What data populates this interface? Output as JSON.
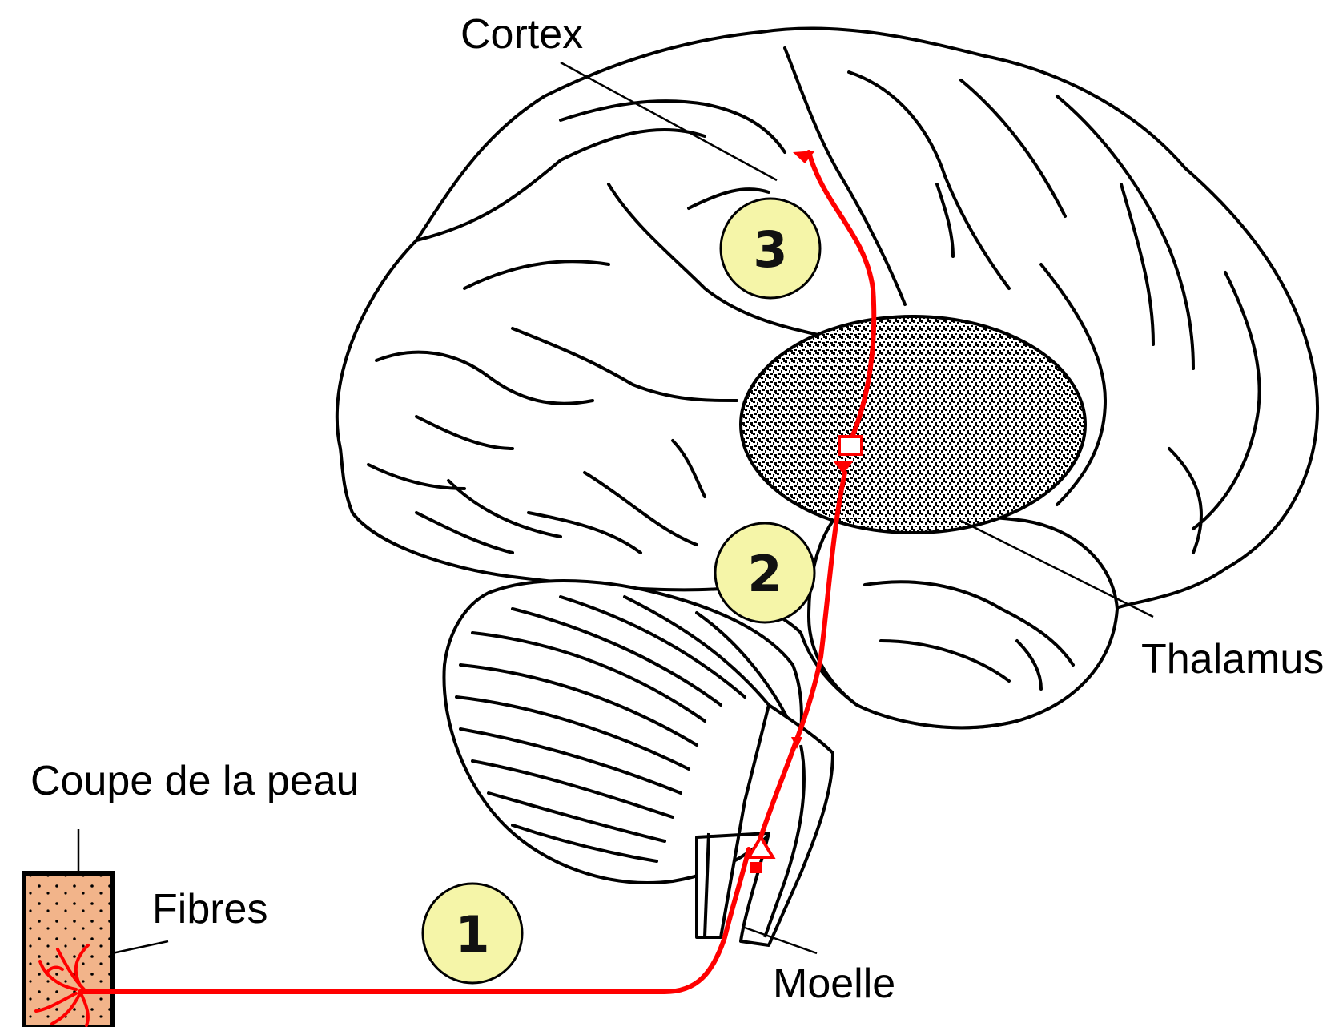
{
  "labels": {
    "cortex": "Cortex",
    "thalamus": "Thalamus",
    "coupe": "Coupe de la peau",
    "fibres": "Fibres",
    "moelle": "Moelle"
  },
  "markers": [
    "1",
    "2",
    "3"
  ],
  "colors": {
    "pathway": "#ff0000",
    "marker_fill": "#f5f5a8",
    "skin_fill": "#f2b48a",
    "outline": "#000000",
    "background": "#ffffff"
  }
}
